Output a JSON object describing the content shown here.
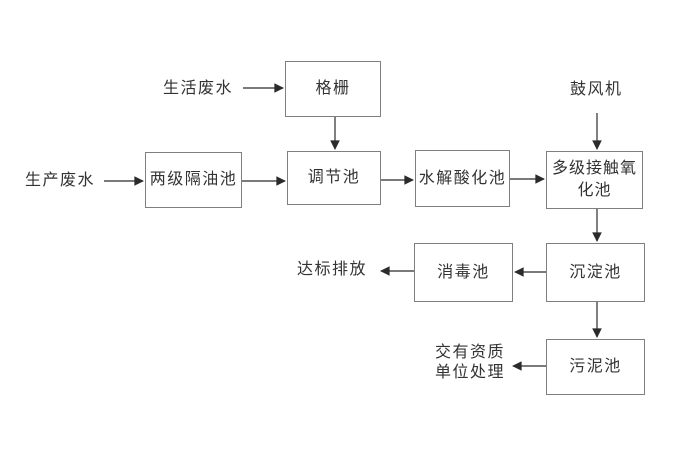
{
  "diagram": {
    "description": "wastewater treatment process flow diagram",
    "colors": {
      "background": "#ffffff",
      "box_border": "#7f7f7f",
      "line": "#2b2b2b",
      "text": "#333333"
    },
    "nodes": {
      "geshan": {
        "label": "格栅"
      },
      "liangji": {
        "label": "两级隔油池"
      },
      "tiaojie": {
        "label": "调节池"
      },
      "shuijie": {
        "label": "水解酸化池"
      },
      "duoji": {
        "label": "多级接触氧化池"
      },
      "chendian": {
        "label": "沉淀池"
      },
      "xiaodu": {
        "label": "消毒池"
      },
      "wuni": {
        "label": "污泥池"
      }
    },
    "labels": {
      "shenghuo": {
        "text": "生活废水"
      },
      "shengchan": {
        "text": "生产废水"
      },
      "gufengji": {
        "text": "鼓风机"
      },
      "dabiao": {
        "text": "达标排放"
      },
      "jiaoyou": {
        "line1": "交有资质",
        "line2": "单位处理"
      }
    },
    "edges": [
      {
        "from": "生活废水",
        "to": "格栅"
      },
      {
        "from": "格栅",
        "to": "调节池"
      },
      {
        "from": "生产废水",
        "to": "两级隔油池"
      },
      {
        "from": "两级隔油池",
        "to": "调节池"
      },
      {
        "from": "调节池",
        "to": "水解酸化池"
      },
      {
        "from": "水解酸化池",
        "to": "多级接触氧化池"
      },
      {
        "from": "鼓风机",
        "to": "多级接触氧化池"
      },
      {
        "from": "多级接触氧化池",
        "to": "沉淀池"
      },
      {
        "from": "沉淀池",
        "to": "消毒池"
      },
      {
        "from": "消毒池",
        "to": "达标排放"
      },
      {
        "from": "沉淀池",
        "to": "污泥池"
      },
      {
        "from": "污泥池",
        "to": "交有资质单位处理"
      }
    ]
  }
}
